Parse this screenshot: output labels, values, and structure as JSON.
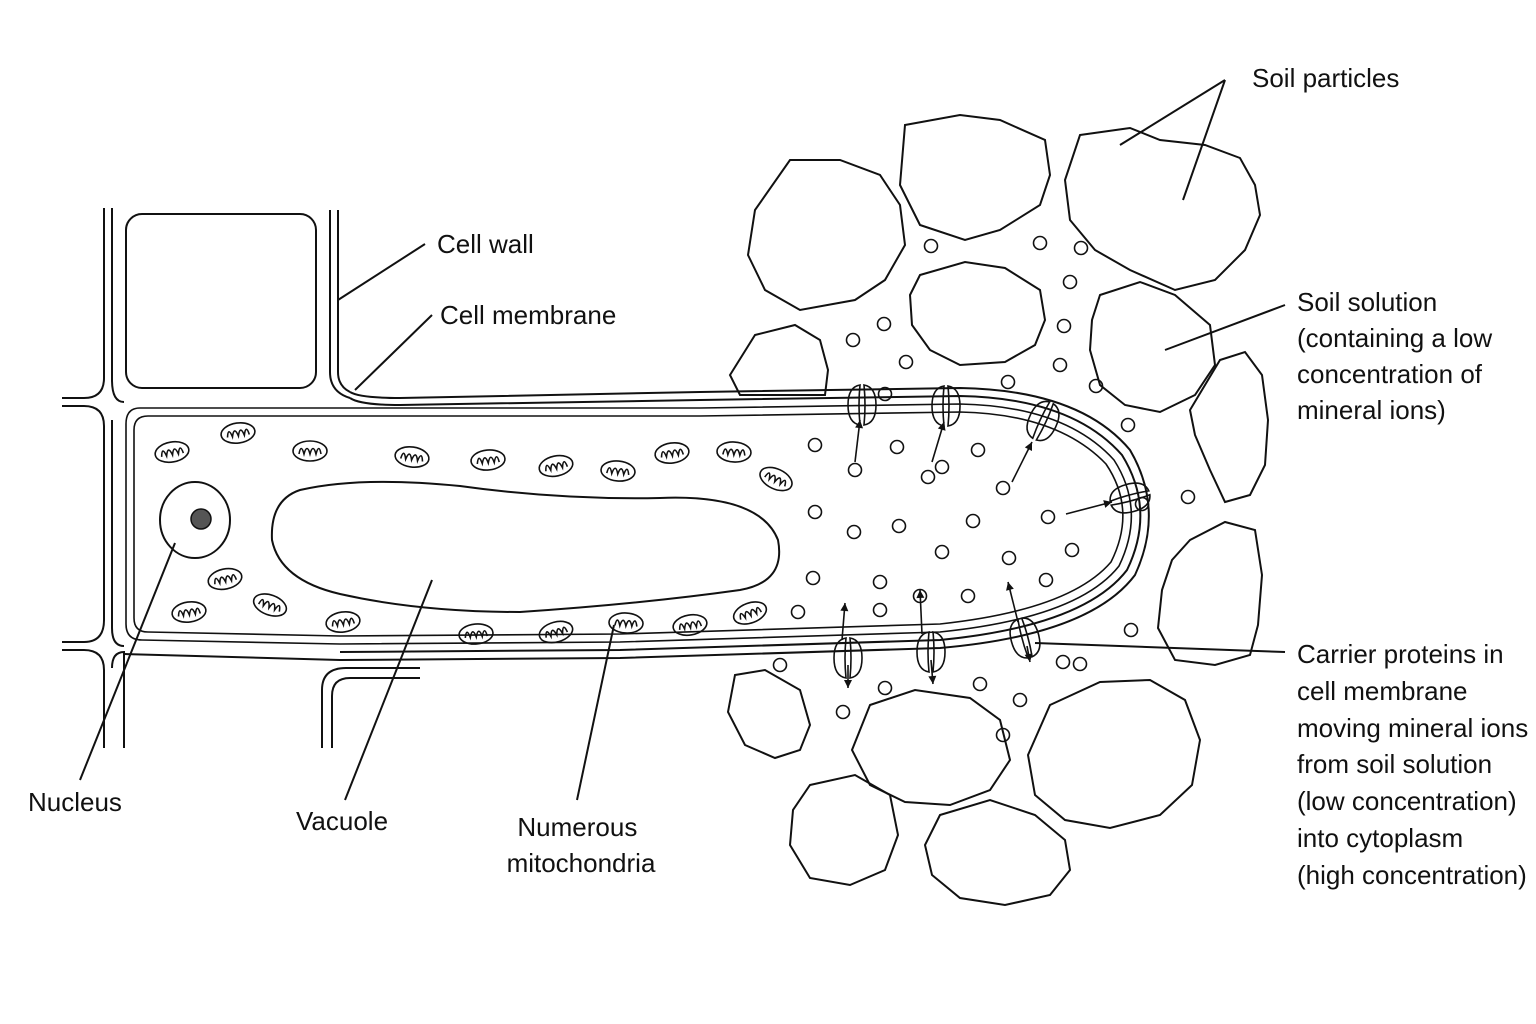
{
  "labels": {
    "soil_particles": "Soil particles",
    "cell_wall": "Cell wall",
    "cell_membrane": "Cell membrane",
    "soil_solution": [
      "Soil solution",
      "(containing a low",
      "concentration of",
      "mineral ions)"
    ],
    "carrier_proteins": [
      "Carrier proteins in",
      "cell membrane",
      "moving mineral ions",
      "from soil solution",
      "(low concentration)",
      "into cytoplasm",
      "(high concentration)"
    ],
    "nucleus": "Nucleus",
    "vacuole": "Vacuole",
    "mitochondria": [
      "Numerous",
      "mitochondria"
    ]
  },
  "colors": {
    "line": "#111111",
    "background": "#ffffff",
    "nucleolus": "#555555",
    "soil_dots": "#9a9a9a"
  }
}
